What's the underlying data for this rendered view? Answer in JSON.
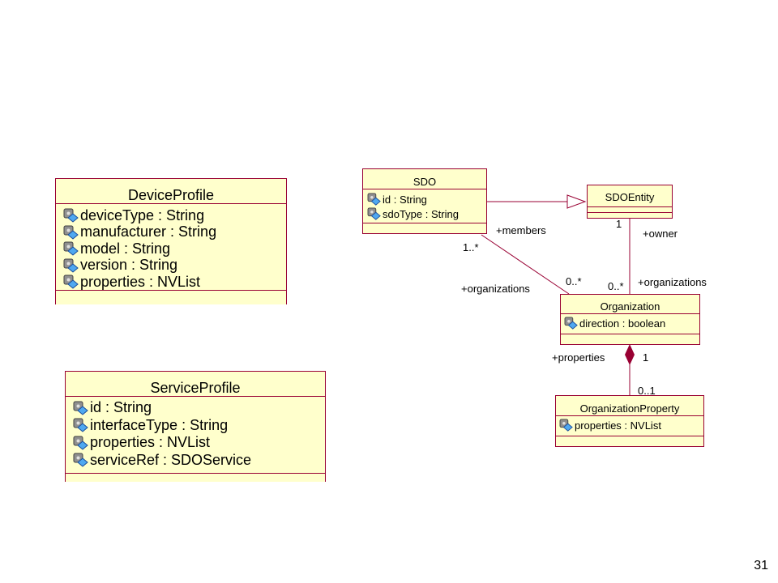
{
  "page_number": "31",
  "device_profile": {
    "name": "DeviceProfile",
    "attributes": [
      "deviceType : String",
      "manufacturer : String",
      "model : String",
      "version : String",
      "properties : NVList"
    ]
  },
  "service_profile": {
    "name": "ServiceProfile",
    "attributes": [
      "id : String",
      "interfaceType : String",
      "properties : NVList",
      "serviceRef : SDOService"
    ]
  },
  "sdo": {
    "name": "SDO",
    "attributes": [
      "id : String",
      "sdoType : String"
    ]
  },
  "sdo_entity": {
    "name": "SDOEntity"
  },
  "organization": {
    "name": "Organization",
    "attributes": [
      "direction : boolean"
    ]
  },
  "organization_property": {
    "name": "OrganizationProperty",
    "attributes": [
      "properties : NVList"
    ]
  },
  "labels": {
    "members": "+members",
    "members_mult": "1..*",
    "sdo_orgs": "+organizations",
    "sdo_orgs_mult": "0..*",
    "owner": "+owner",
    "owner_mult": "1",
    "entity_orgs": "+organizations",
    "entity_orgs_mult": "0..*",
    "properties": "+properties",
    "properties_mult": "1",
    "prop_mult": "0..1"
  },
  "colors": {
    "class_fill": "#ffffcc",
    "class_border": "#990033",
    "composition": "#990033"
  }
}
